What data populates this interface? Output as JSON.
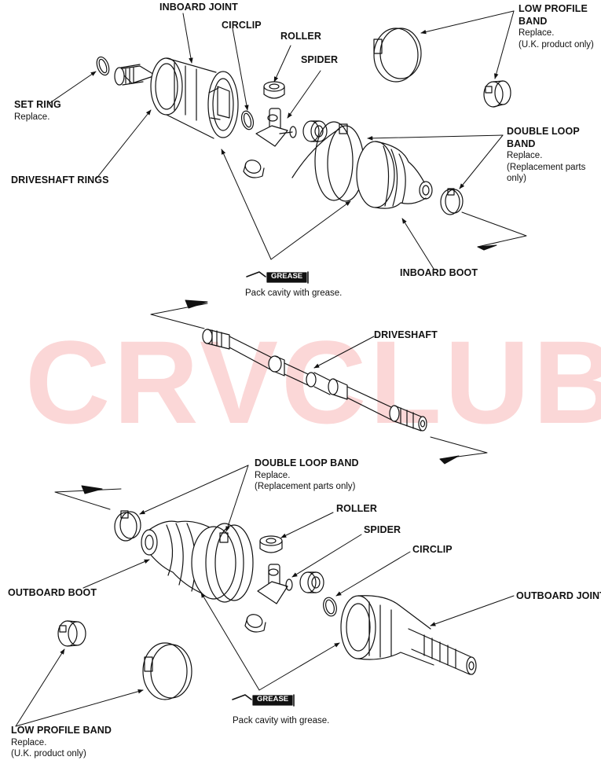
{
  "watermark": "CRVCLUB.RU",
  "labels": {
    "inboard_joint": "INBOARD JOINT",
    "circlip_top": "CIRCLIP",
    "roller_top": "ROLLER",
    "spider_top": "SPIDER",
    "low_profile_band_top": {
      "title": "LOW PROFILE BAND",
      "line2": "Replace.",
      "line3": "(U.K. product only)"
    },
    "set_ring": {
      "title": "SET RING",
      "line2": "Replace."
    },
    "driveshaft_rings": "DRIVESHAFT RINGS",
    "double_loop_band_top": {
      "title": "DOUBLE LOOP BAND",
      "line2": "Replace.",
      "line3": "(Replacement parts only)"
    },
    "inboard_boot": "INBOARD BOOT",
    "grease_top": {
      "badge": "GREASE",
      "note": "Pack cavity with grease."
    },
    "driveshaft": "DRIVESHAFT",
    "double_loop_band_bottom": {
      "title": "DOUBLE LOOP BAND",
      "line2": "Replace.",
      "line3": "(Replacement parts only)"
    },
    "roller_bottom": "ROLLER",
    "spider_bottom": "SPIDER",
    "circlip_bottom": "CIRCLIP",
    "outboard_boot": "OUTBOARD BOOT",
    "outboard_joint": "OUTBOARD JOINT",
    "grease_bottom": {
      "badge": "GREASE",
      "note": "Pack cavity with grease."
    },
    "low_profile_band_bottom": {
      "title": "LOW PROFILE BAND",
      "line2": "Replace.",
      "line3": "(U.K. product only)"
    }
  }
}
